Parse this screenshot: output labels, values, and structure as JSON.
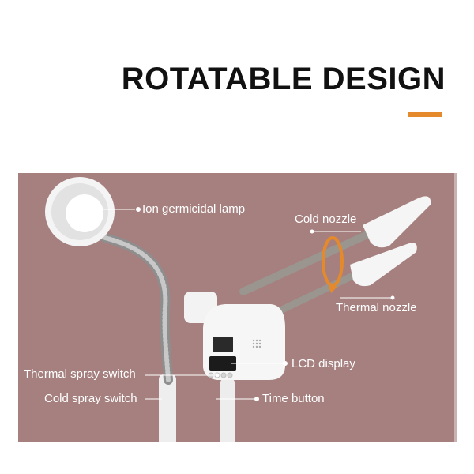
{
  "heading": {
    "title": "ROTATABLE DESIGN",
    "accent_color": "#e58a2c"
  },
  "panel": {
    "background_color": "#a5807f"
  },
  "callouts": {
    "lamp": "Ion germicidal lamp",
    "cold_nozzle": "Cold nozzle",
    "thermal_nozzle": "Thermal nozzle",
    "lcd": "LCD display",
    "thermal_switch": "Thermal spray switch",
    "cold_switch": "Cold spray switch",
    "time_button": "Time button"
  },
  "icons": {
    "rotation": "rotation-arrow-icon"
  }
}
